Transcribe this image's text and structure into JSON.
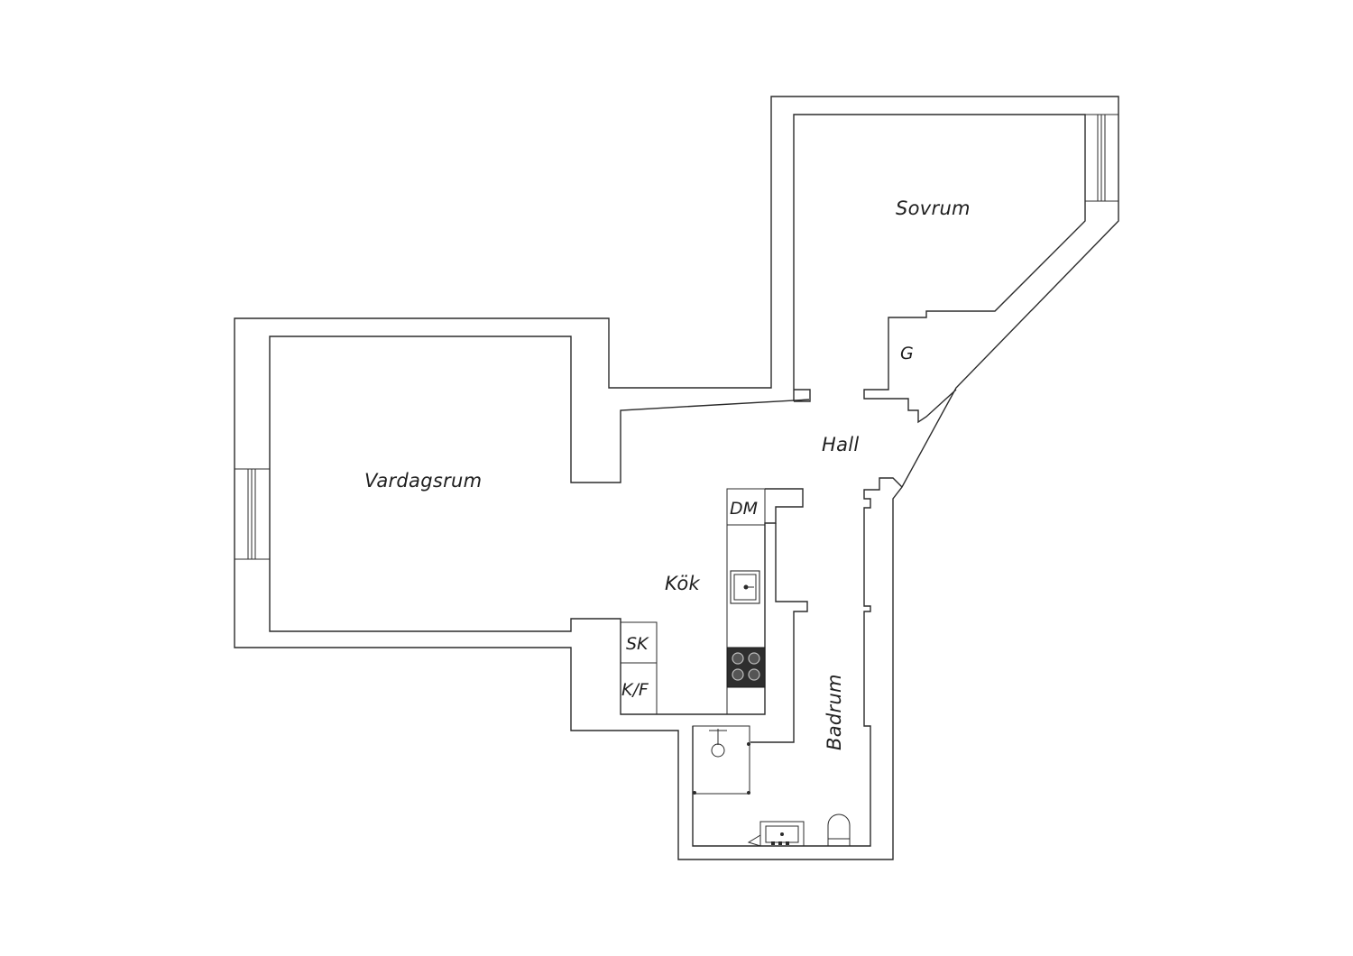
{
  "floor_plan": {
    "rooms": {
      "sovrum": "Sovrum",
      "vardagsrum": "Vardagsrum",
      "hall": "Hall",
      "kok": "Kök",
      "badrum": "Badrum"
    },
    "fixtures": {
      "wardrobe": "G",
      "dishwasher": "DM",
      "storage_cabinet": "SK",
      "fridge_freezer": "K/F"
    },
    "colors": {
      "wall_line": "#2b2b2b",
      "background": "#ffffff",
      "stove_top": "#2e2e2e"
    }
  }
}
